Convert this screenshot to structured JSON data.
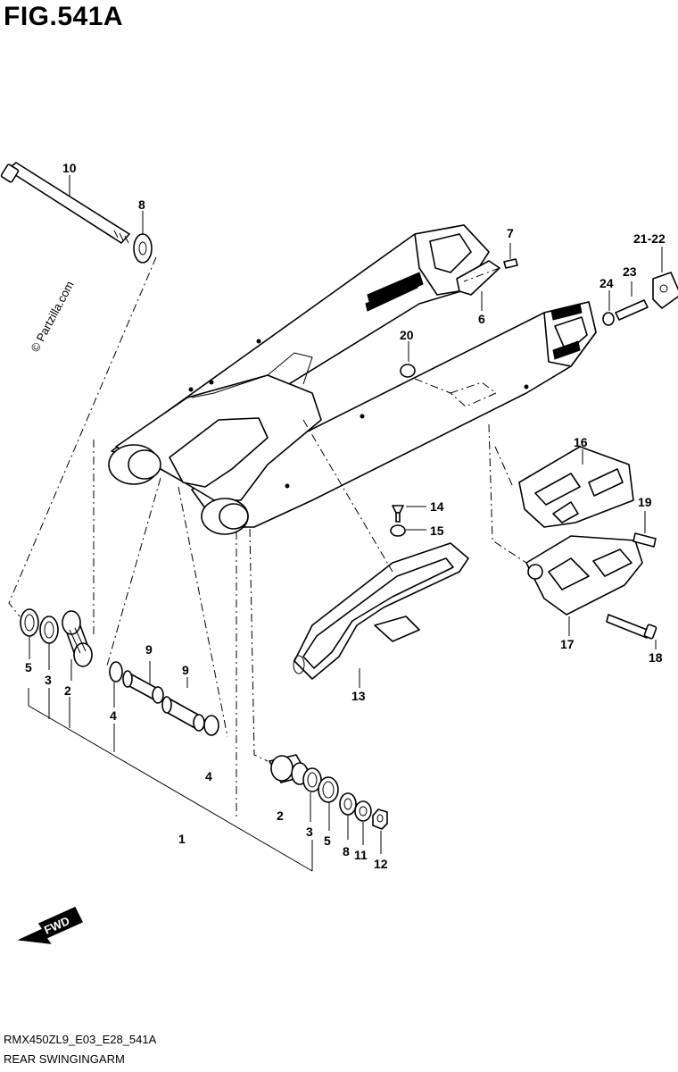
{
  "figure_title": "FIG.541A",
  "footer": {
    "code": "RMX450ZL9_E03_E28_541A",
    "name": "REAR SWINGINGARM"
  },
  "watermark": "© Partzilla.com",
  "direction_label": "FWD",
  "labels": {
    "p1": "1",
    "p2a": "2",
    "p2b": "2",
    "p3a": "3",
    "p3b": "3",
    "p4a": "4",
    "p4b": "4",
    "p5a": "5",
    "p5b": "5",
    "p6": "6",
    "p7": "7",
    "p8a": "8",
    "p8b": "8",
    "p9a": "9",
    "p9b": "9",
    "p10": "10",
    "p11": "11",
    "p12": "12",
    "p13": "13",
    "p14": "14",
    "p15": "15",
    "p16": "16",
    "p17": "17",
    "p18": "18",
    "p19": "19",
    "p20": "20",
    "p2122": "21-22",
    "p23": "23",
    "p24": "24"
  },
  "icons": [
    "fwd-arrow-icon"
  ]
}
